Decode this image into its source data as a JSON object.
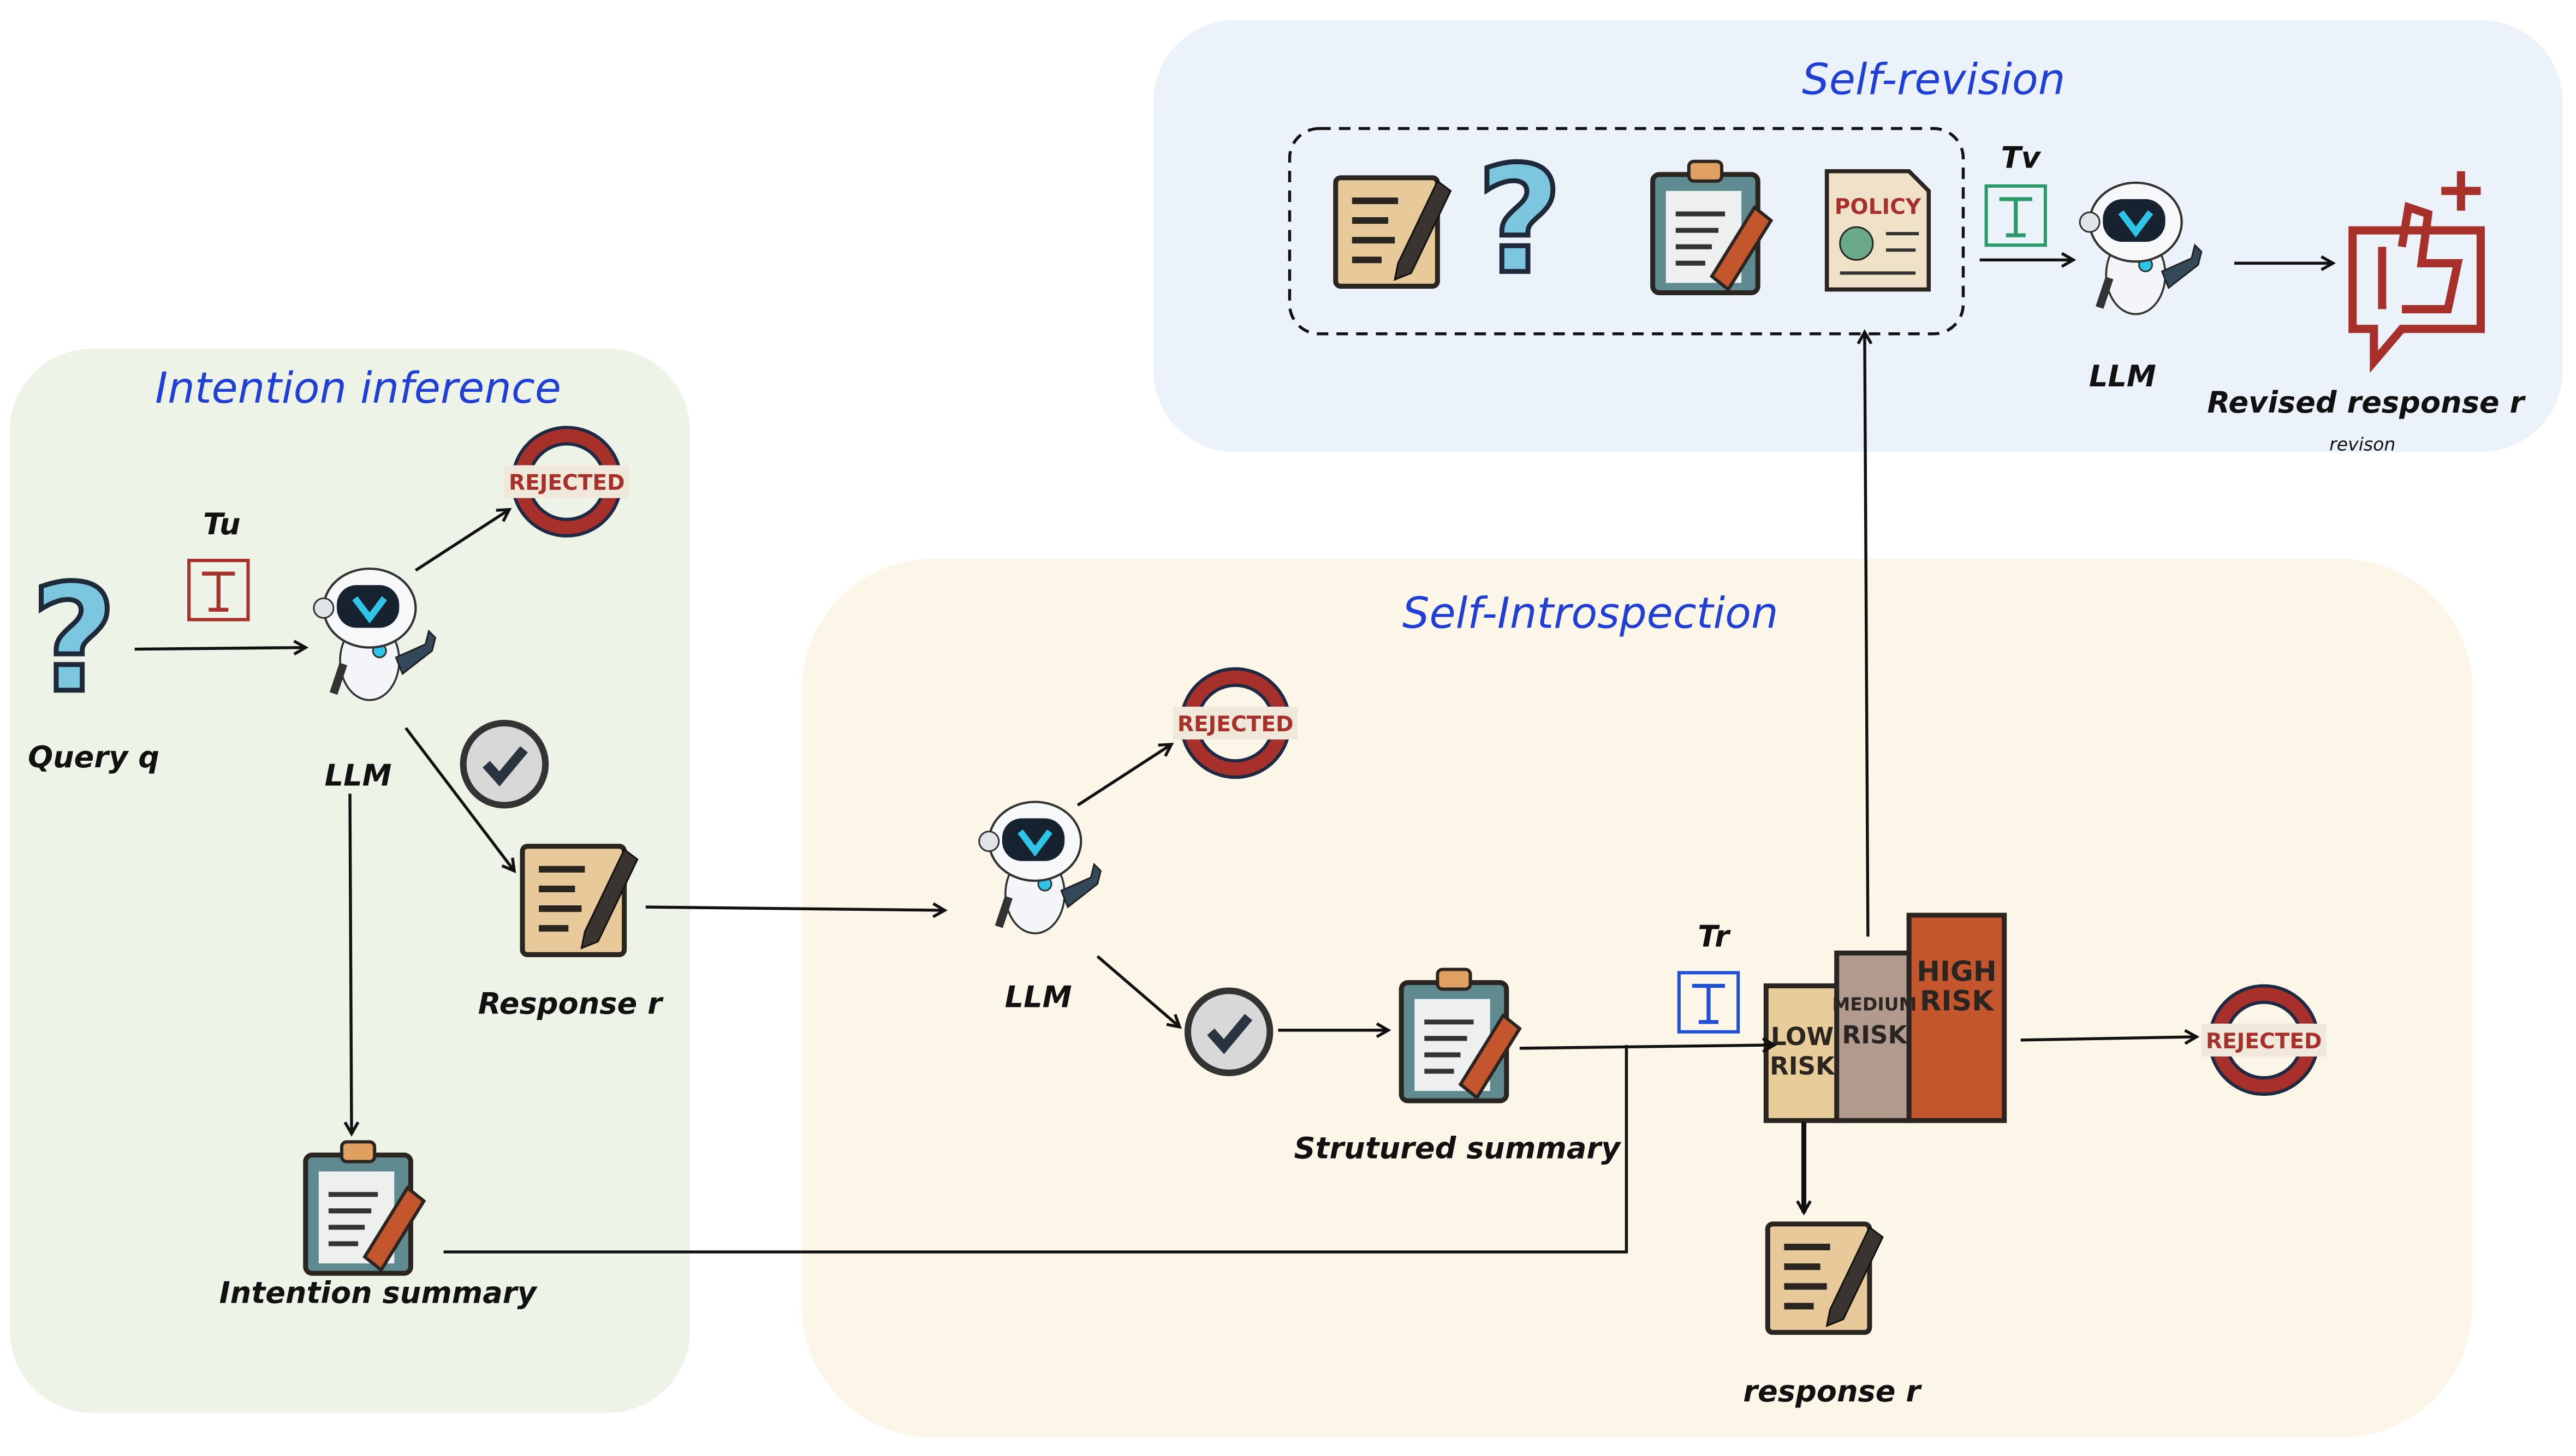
{
  "sections": {
    "intention": {
      "title": "Intention inference",
      "color": "#edf3e6"
    },
    "introspection": {
      "title": "Self-Introspection",
      "color": "#fcf6e8"
    },
    "revision": {
      "title": "Self-revision",
      "color": "#ecf2f9"
    }
  },
  "labels": {
    "query": "Query q",
    "llm": "LLM",
    "tu": "Tu",
    "tr": "Tr",
    "tv": "Tv",
    "response": "Response r",
    "intention_summary": "Intention summary",
    "structured_summary": "Strutured summary",
    "response_lower": "response r",
    "revised_response": "Revised response r",
    "revised_subscript": "revison"
  },
  "stamps": {
    "rejected": "REJECTED",
    "policy": "POLICY"
  },
  "risk_levels": [
    {
      "line1": "LOW",
      "line2": "RISK",
      "color": "#e8cc9a"
    },
    {
      "line1": "MEDIUM",
      "line2": "RISK",
      "color": "#b39a8e"
    },
    {
      "line1": "HIGH",
      "line2": "RISK",
      "color": "#c4562e"
    }
  ],
  "colors": {
    "title": "#1f3fd6",
    "tu": "#a8302a",
    "tr": "#1f4fd6",
    "tv": "#2a9a6a",
    "accent": "#2ec5e8"
  }
}
